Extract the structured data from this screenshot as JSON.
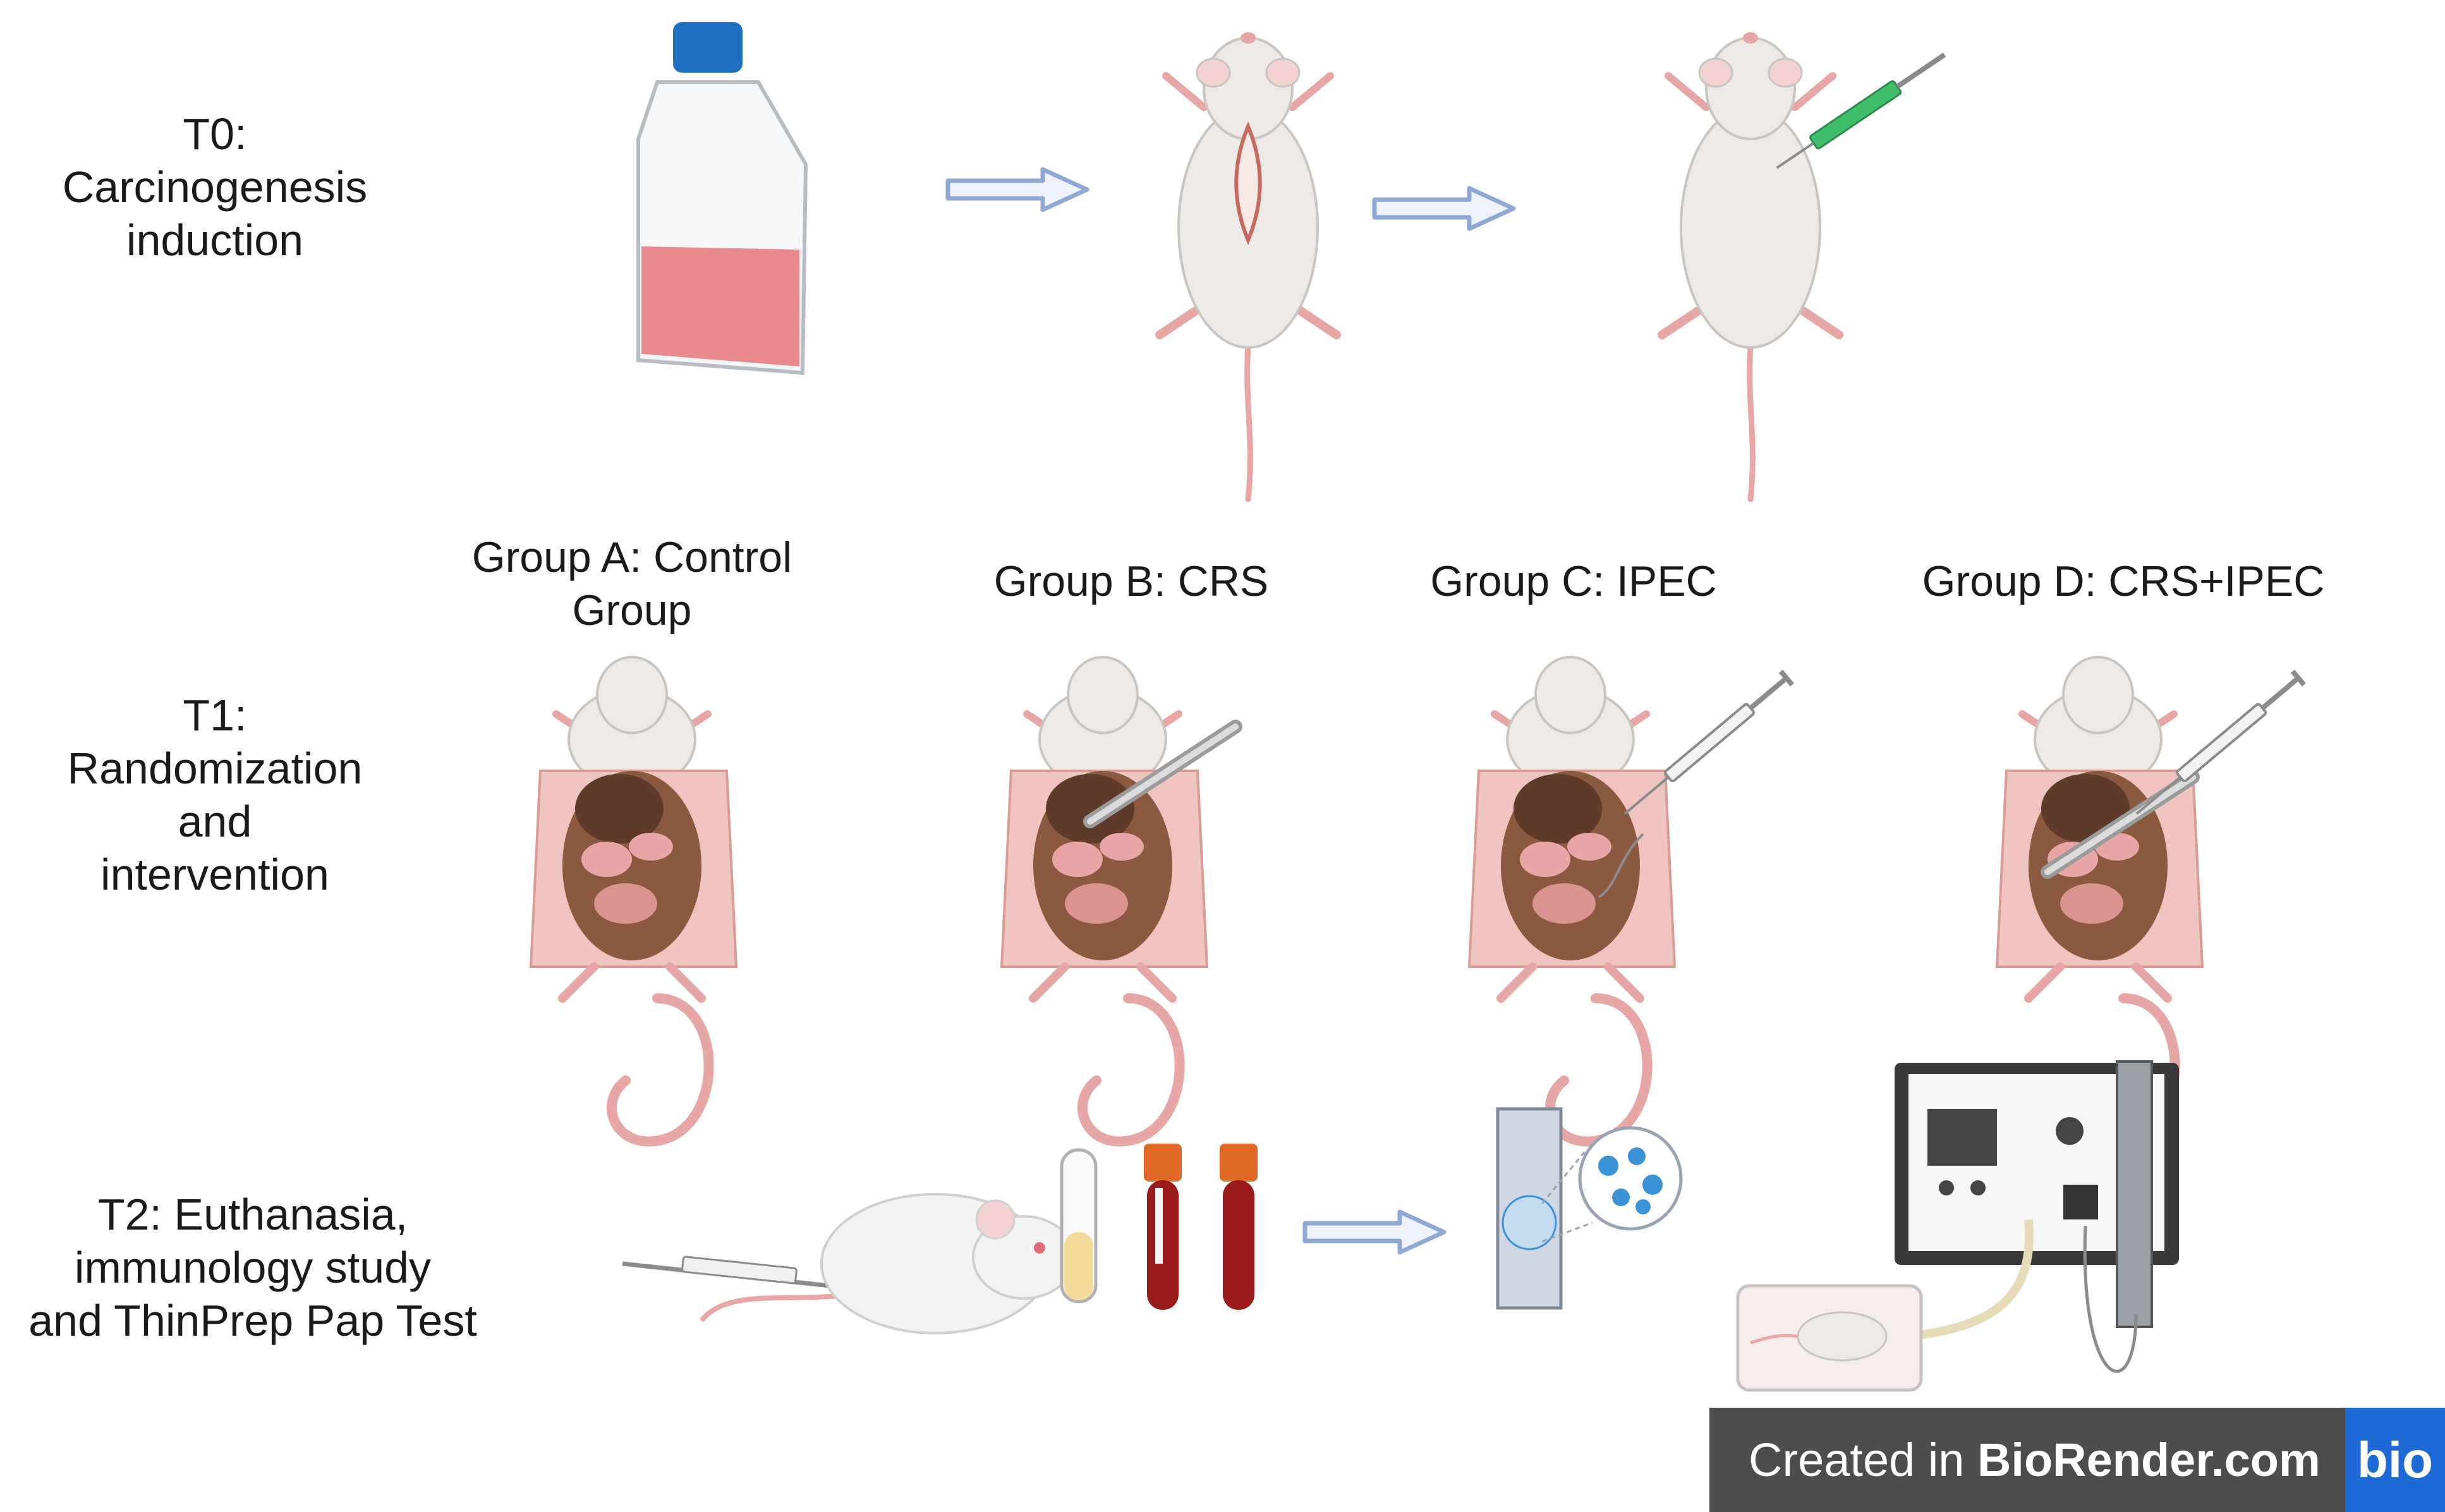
{
  "stages": [
    {
      "id": "t0",
      "label": "T0:\nCarcinogenesis\ninduction"
    },
    {
      "id": "t1",
      "label": "T1:\nRandomization\nand\nintervention"
    },
    {
      "id": "t2",
      "label": "T2: Euthanasia,\nimmunology study\nand ThinPrep Pap Test"
    }
  ],
  "groups": [
    {
      "id": "a",
      "label": "Group A: Control\nGroup"
    },
    {
      "id": "b",
      "label": "Group B: CRS"
    },
    {
      "id": "c",
      "label": "Group C: IPEC"
    },
    {
      "id": "d",
      "label": "Group D: CRS+IPEC"
    }
  ],
  "watermark": {
    "prefix": "Created in ",
    "brand": "BioRender.com",
    "logo_text": "bio"
  },
  "colors": {
    "arrow_stroke": "#8fa9d4",
    "arrow_fill": "#eef3fb",
    "rat_body": "#ece9e6",
    "rat_pink": "#e8a7a6",
    "flask_cap": "#1f6fc2",
    "media_red": "#e8777c",
    "tissue_pink": "#efc4be",
    "organs_brown": "#8a5a3e",
    "tube_cap_orange": "#e06a25",
    "blood_red": "#9c1b1b",
    "serum_yellow": "#f3dc9a",
    "cell_blue": "#3a93d6",
    "machine_dark": "#3a3a3a",
    "watermark_bg": "#4d4d4d",
    "logo_bg": "#1e6ad6"
  }
}
